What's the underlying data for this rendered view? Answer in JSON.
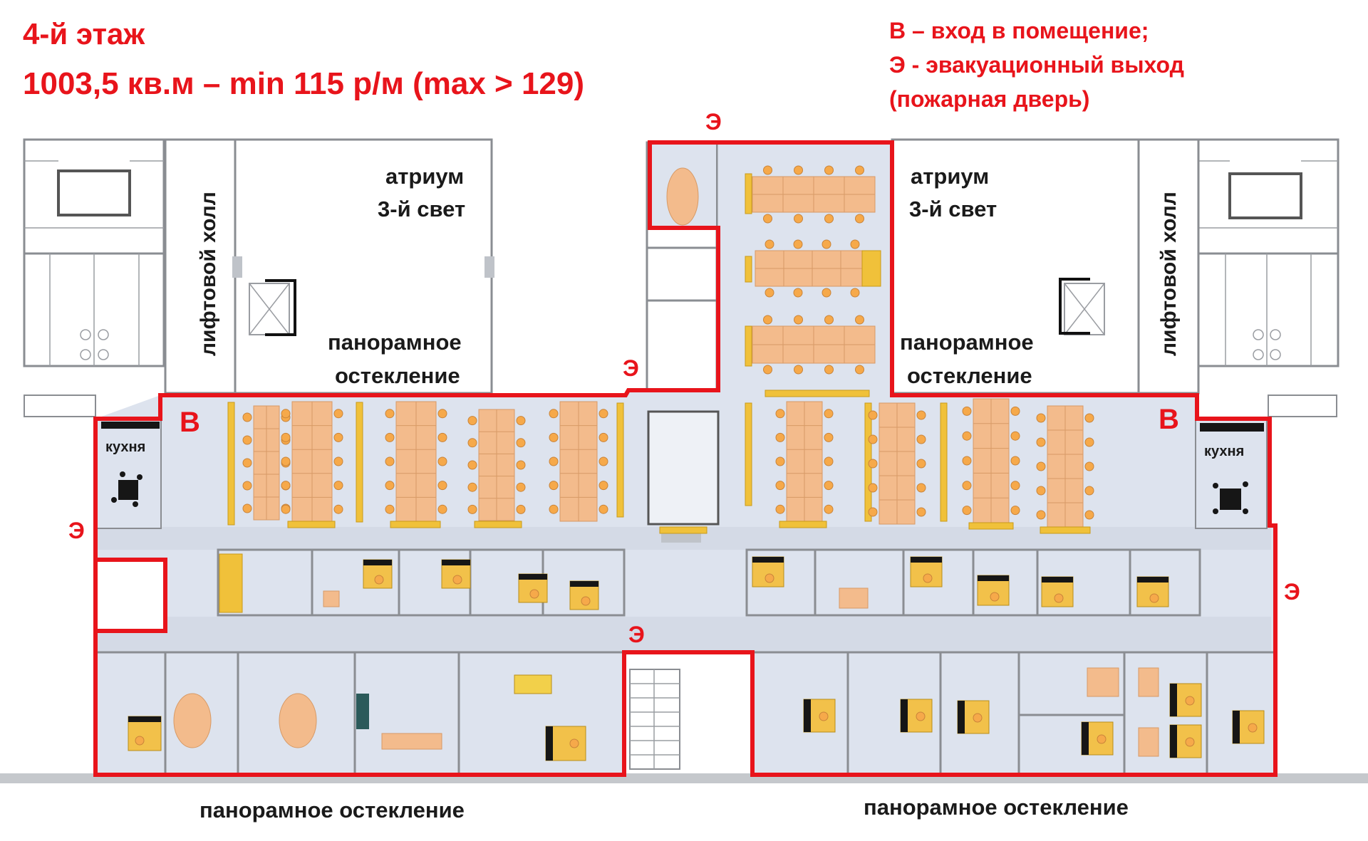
{
  "header": {
    "floor": "4-й этаж",
    "area_line": "1003,5 кв.м – min 115  р/м (max > 129)"
  },
  "legend": {
    "line1": "В – вход в помещение;",
    "line2": "Э - эвакуационный выход",
    "line3": "(пожарная дверь)"
  },
  "labels": {
    "lift_hall_left": "лифтовой холл",
    "lift_hall_right": "лифтовой холл",
    "atrium_left_1": "атриум",
    "atrium_left_2": "3-й свет",
    "atrium_right_1": "атриум",
    "atrium_right_2": "3-й свет",
    "glazing_left_1": "панорамное",
    "glazing_left_2": "остекление",
    "glazing_right_1": "панорамное",
    "glazing_right_2": "остекление",
    "glazing_bottom_left": "панорамное остекление",
    "glazing_bottom_right": "панорамное остекление",
    "kitchen_left": "кухня",
    "kitchen_right": "кухня"
  },
  "markers": {
    "entrance": "В",
    "exit": "Э"
  },
  "colors": {
    "boundary": "#e8141b",
    "floor": "#dde3ee",
    "desk": "#f3bb8c",
    "chair": "#f6a94a",
    "wall": "#8a8d92"
  }
}
